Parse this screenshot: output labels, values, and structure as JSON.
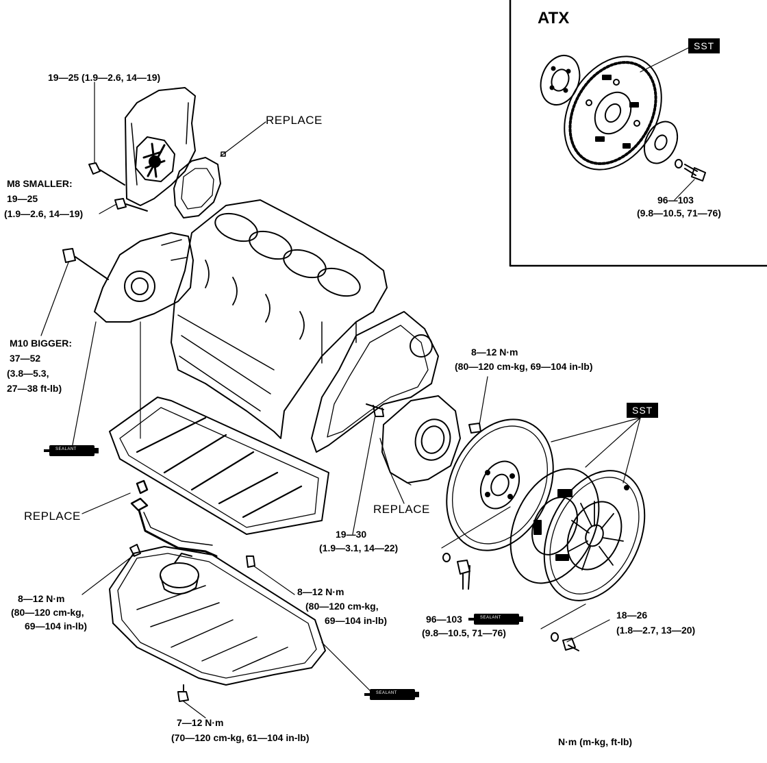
{
  "inset": {
    "title": "ATX",
    "sst_tag": "SST",
    "torque": [
      "96—103",
      "(9.8—10.5, 71—76)"
    ]
  },
  "labels": {
    "cover_bolt": "19—25 (1.9—2.6, 14—19)",
    "replace_top": "REPLACE",
    "m8_smaller": [
      "M8 SMALLER:",
      "19—25",
      "(1.9—2.6, 14—19)"
    ],
    "m10_bigger": [
      "M10 BIGGER:",
      "37—52",
      "(3.8—5.3,",
      "27—38 ft-lb)"
    ],
    "replace_left": "REPLACE",
    "replace_mid": "REPLACE",
    "rear_cover_bolt": [
      "19—30",
      "(1.9—3.1, 14—22)"
    ],
    "seal_bolt": [
      "8—12 N·m",
      "(80—120 cm-kg, 69—104 in-lb)"
    ],
    "sst_clutch": "SST",
    "strainer_left": [
      "8—12 N·m",
      "(80—120 cm-kg,",
      "69—104 in-lb)"
    ],
    "strainer_right": [
      "8—12 N·m",
      "(80—120 cm-kg,",
      "69—104 in-lb)"
    ],
    "flywheel_bolt": [
      "96—103",
      "(9.8—10.5, 71—76)"
    ],
    "pressure_plate": [
      "18—26",
      "(1.8—2.7, 13—20)"
    ],
    "pan_bolt": [
      "7—12 N·m",
      "(70—120 cm-kg, 61—104 in-lb)"
    ],
    "units": "N·m (m-kg, ft-lb)",
    "sealant": "SEALANT"
  }
}
